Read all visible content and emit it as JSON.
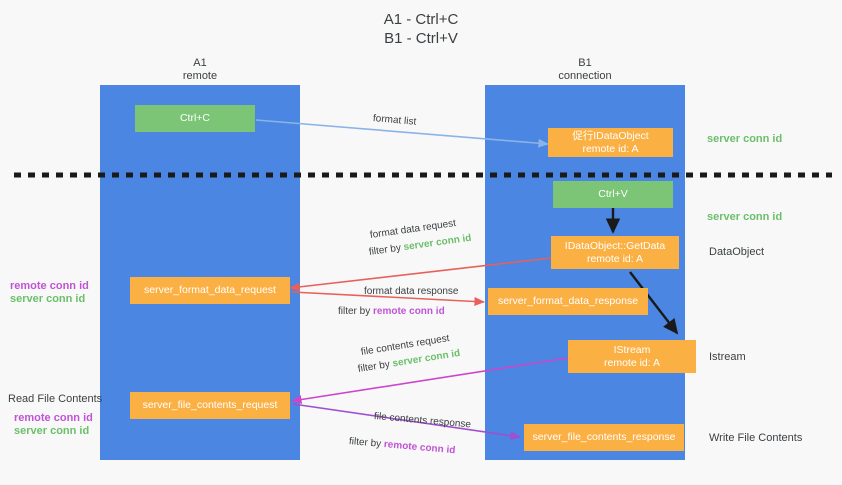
{
  "title": "A1 - Ctrl+C\nB1 - Ctrl+V",
  "lanes": [
    {
      "name": "A1",
      "sub": "remote",
      "header": "A1\nremote"
    },
    {
      "name": "B1",
      "sub": "connection",
      "header": "B1\nconnection"
    }
  ],
  "boxes": {
    "ctrl_c": "Ctrl+C",
    "ctrl_v": "Ctrl+V",
    "idataobject": "促行IDataObject\nremote id: A",
    "getdata": "IDataObject::GetData\nremote id: A",
    "istream": "IStream\nremote id: A",
    "server_format_data_request": "server_format_data_request",
    "server_format_data_response": "server_format_data_response",
    "server_file_contents_request": "server_file_contents_request",
    "server_file_contents_response": "server_file_contents_response"
  },
  "right_labels": {
    "server_conn_id_1": "server conn id",
    "server_conn_id_2": "server conn id",
    "dataobject": "DataObject",
    "istream": "Istream",
    "write_file_contents": "Write File Contents"
  },
  "left_labels": {
    "remote_conn_id_1": "remote conn id",
    "server_conn_id_1": "server conn id",
    "read_file_contents": "Read File Contents",
    "remote_conn_id_2": "remote conn id",
    "server_conn_id_2": "server conn id"
  },
  "edges": {
    "format_list": "format list",
    "format_data_request": "format data request",
    "format_data_request_filter_prefix": "filter by ",
    "format_data_request_filter_value": "server conn id",
    "format_data_response": "format data response",
    "format_data_response_filter_prefix": "filter by ",
    "format_data_response_filter_value": "remote conn id",
    "file_contents_request": "file contents request",
    "file_contents_request_filter_prefix": "filter by ",
    "file_contents_request_filter_value": "server conn id",
    "file_contents_response": "file contents response",
    "file_contents_response_filter_prefix": "filter by ",
    "file_contents_response_filter_value": "remote conn id"
  },
  "colors": {
    "lane": "#4a86e2",
    "green_box": "#7cc576",
    "orange_box": "#fbb044",
    "server_conn_id": "#6cbf6a",
    "remote_conn_id": "#c154d4",
    "arrow_blue": "#8ab4e8",
    "arrow_red": "#e8605a",
    "arrow_magenta": "#cc46cc",
    "arrow_purple": "#a04fd0",
    "arrow_black": "#222222",
    "background": "#f8f8f8"
  }
}
